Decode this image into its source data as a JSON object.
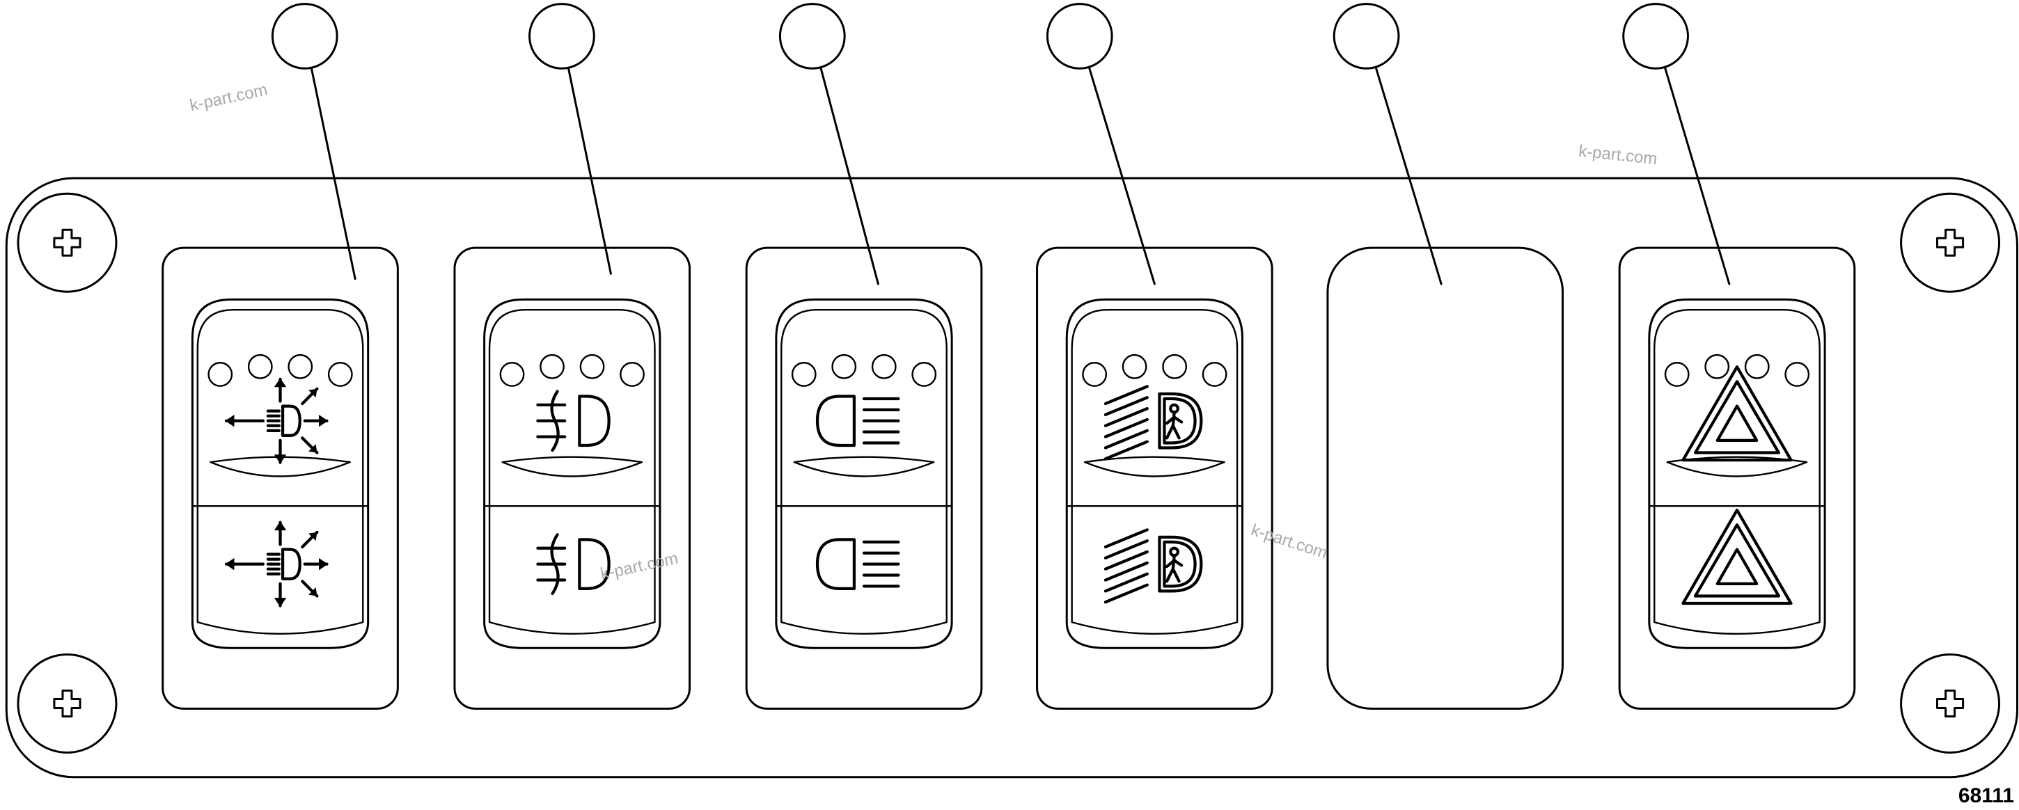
{
  "figure": {
    "number": "68111"
  },
  "watermark": {
    "text": "k-part.com"
  },
  "panel": {
    "screws": [
      "phillips-screw-icon",
      "phillips-screw-icon",
      "phillips-screw-icon",
      "phillips-screw-icon"
    ],
    "switches": [
      {
        "id": "work-lights",
        "top_icon": "work-light-icon",
        "bottom_icon": "work-light-icon",
        "led_count": 4,
        "blank": false
      },
      {
        "id": "fog-lights",
        "top_icon": "fog-light-icon",
        "bottom_icon": "fog-light-icon",
        "led_count": 4,
        "blank": false
      },
      {
        "id": "headlights",
        "top_icon": "headlight-icon",
        "bottom_icon": "headlight-icon",
        "led_count": 4,
        "blank": false
      },
      {
        "id": "pedestrian-lights",
        "top_icon": "pedestrian-light-icon",
        "bottom_icon": "pedestrian-light-icon",
        "led_count": 4,
        "blank": false
      },
      {
        "id": "blank",
        "top_icon": "",
        "bottom_icon": "",
        "led_count": 0,
        "blank": true
      },
      {
        "id": "hazard",
        "top_icon": "hazard-triangle-icon",
        "bottom_icon": "hazard-triangle-icon",
        "led_count": 4,
        "blank": false
      }
    ]
  },
  "callouts": [
    "",
    "",
    "",
    "",
    "",
    ""
  ]
}
